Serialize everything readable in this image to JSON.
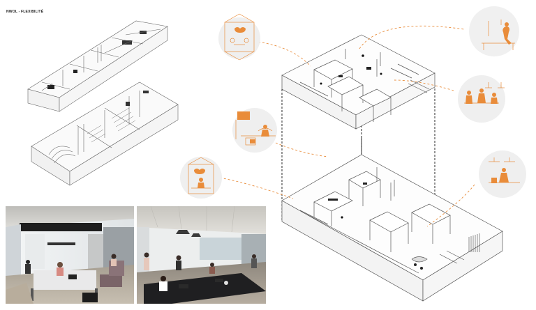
{
  "header": {
    "title": "NWOL - FLEXIBILITÉ"
  },
  "colors": {
    "line": "#555555",
    "accent": "#e98c3a",
    "accent_light": "#f3b27a",
    "bubble": "#ececec",
    "floor": "#b7b2a8",
    "ceiling": "#d8d6d2"
  },
  "figures": {
    "photo_left": "office-photo-left",
    "photo_right": "office-photo-right",
    "axonometric_upper": "axonometric-upper-floor",
    "axonometric_lower": "axonometric-lower-floor"
  }
}
